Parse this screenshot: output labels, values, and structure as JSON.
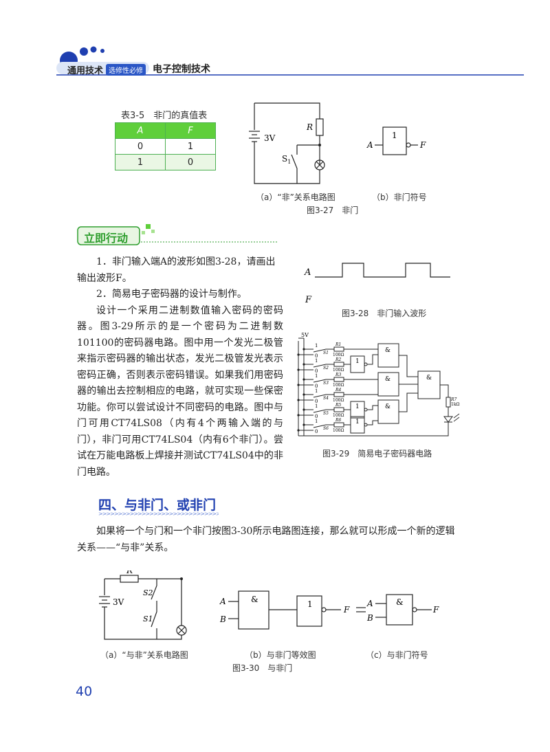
{
  "header": {
    "book": "通用技术",
    "badge": "选修性必修",
    "chapter": "电子控制技术"
  },
  "table_3_5": {
    "title": "表3-5　非门的真值表",
    "columns": [
      "A",
      "F"
    ],
    "rows": [
      [
        "0",
        "1"
      ],
      [
        "1",
        "0"
      ]
    ]
  },
  "fig_3_27": {
    "voltage": "3V",
    "r_label": "R",
    "s_label": "S",
    "s_sub": "1",
    "gate_one": "1",
    "in_a": "A",
    "out_f": "F",
    "cap_a": "（a）“非”关系电路图",
    "cap_b": "（b）非门符号",
    "caption": "图3-27　非门"
  },
  "action": {
    "title": "立即行动"
  },
  "tasks": {
    "p1": "1．非门输入端A的波形如图3-28，请画出输出波形F。",
    "p2": "2．简易电子密码器的设计与制作。",
    "p3": "设计一个采用二进制数值输入密码的密码器。图3-29所示的是一个密码为二进制数101100的密码器电路。图中用一个发光二极管来指示密码器的输出状态，发光二极管发光表示密码正确，否则表示密码错误。如果我们用密码器的输出去控制相应的电路，就可实现一些保密功能。你可以尝试设计不同密码的电路。图中与门可用CT74LS08（内有4个两输入端的与门），非门可用CT74LS04（内有6个非门）。尝试在万能电路板上焊接并测试CT74LS04中的非门电路。"
  },
  "fig_3_28": {
    "a_label": "A",
    "f_label": "F",
    "caption": "图3-28　非门输入波形"
  },
  "fig_3_29": {
    "supply": "5V",
    "one": "1",
    "zero": "0",
    "s_labels": [
      "S1",
      "S2",
      "S3",
      "S4",
      "S5",
      "S6"
    ],
    "r_labels": [
      "R1",
      "R2",
      "R3",
      "R4",
      "R5",
      "R6"
    ],
    "r_value": "100Ω",
    "r7": "R7",
    "r7_value": "1kΩ",
    "and_sym": "&",
    "not_sym": "1",
    "caption": "图3-29　简易电子密码器电路"
  },
  "section4": {
    "title": "四、与非门、或非门",
    "paragraph": "如果将一个与门和一个非门按图3-30所示电路图连接，那么就可以形成一个新的逻辑关系——“与非”关系。"
  },
  "fig_3_30": {
    "r_label": "R",
    "voltage": "3V",
    "s2": "S2",
    "s1": "S1",
    "a": "A",
    "b": "B",
    "f": "F",
    "and_sym": "&",
    "not_sym": "1",
    "cap_a": "（a）“与非”关系电路图",
    "cap_b": "（b）与非门等效图",
    "cap_c": "（c）与非门符号",
    "caption": "图3-30　与非门"
  },
  "page_number": "40",
  "colors": {
    "accent_blue": "#2a56c6",
    "table_green": "#5fcf3b",
    "section_blue": "#1f3fb0",
    "action_green": "#2e9e2e"
  }
}
